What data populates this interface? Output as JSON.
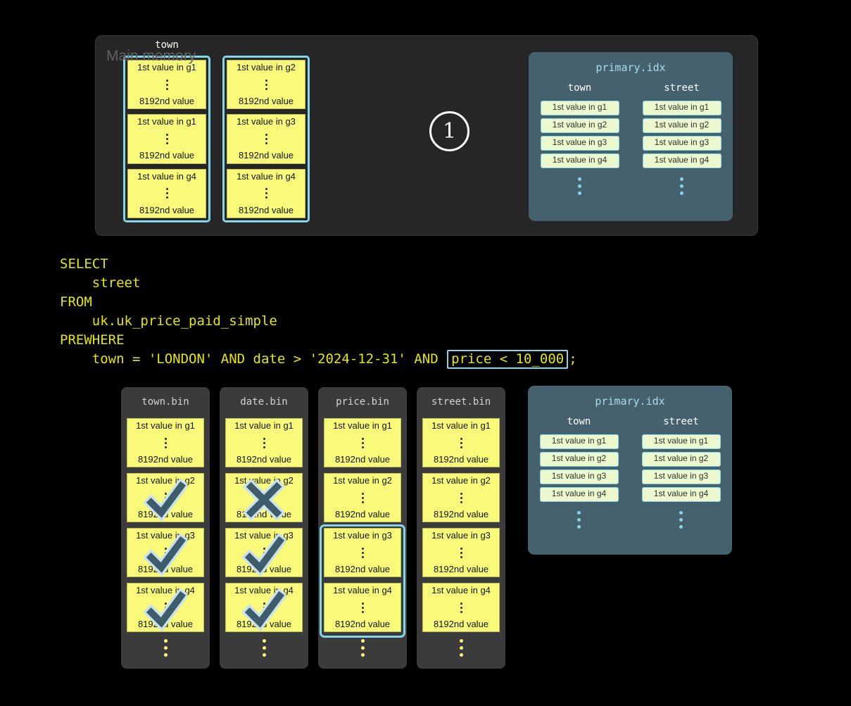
{
  "labels": {
    "granule_last_value": "8192nd value"
  },
  "main_memory": {
    "label": "Main memory",
    "column_label": "town",
    "step_number": "1",
    "stacks": [
      [
        "1st value in g1",
        "1st value in g1",
        "1st value in g4"
      ],
      [
        "1st value in g2",
        "1st value in g3",
        "1st value in g4"
      ]
    ]
  },
  "primary_idx": {
    "title": "primary.idx",
    "columns": [
      {
        "header": "town",
        "entries": [
          "1st value in g1",
          "1st value in g2",
          "1st value in g3",
          "1st value in g4"
        ]
      },
      {
        "header": "street",
        "entries": [
          "1st value in g1",
          "1st value in g2",
          "1st value in g3",
          "1st value in g4"
        ]
      }
    ]
  },
  "sql": {
    "lines": [
      "SELECT",
      "    street",
      "FROM",
      "    uk.uk_price_paid_simple",
      "PREWHERE"
    ],
    "condition_prefix": "    town = 'LONDON' AND date > '2024-12-31' AND ",
    "condition_highlight": "price < 10_000",
    "condition_suffix": ";"
  },
  "bins": [
    {
      "name": "town.bin",
      "highlight": null,
      "granules": [
        {
          "top": "1st value in g1",
          "mark": null
        },
        {
          "top": "1st value in g2",
          "mark": "check"
        },
        {
          "top": "1st value in g3",
          "mark": "check"
        },
        {
          "top": "1st value in g4",
          "mark": "check"
        }
      ]
    },
    {
      "name": "date.bin",
      "highlight": null,
      "granules": [
        {
          "top": "1st value in g1",
          "mark": null
        },
        {
          "top": "1st value in g2",
          "mark": "cross"
        },
        {
          "top": "1st value in g3",
          "mark": "check"
        },
        {
          "top": "1st value in g4",
          "mark": "check"
        }
      ]
    },
    {
      "name": "price.bin",
      "highlight": [
        2,
        3
      ],
      "granules": [
        {
          "top": "1st value in g1",
          "mark": null
        },
        {
          "top": "1st value in g2",
          "mark": null
        },
        {
          "top": "1st value in g3",
          "mark": null
        },
        {
          "top": "1st value in g4",
          "mark": null
        }
      ]
    },
    {
      "name": "street.bin",
      "highlight": null,
      "granules": [
        {
          "top": "1st value in g1",
          "mark": null
        },
        {
          "top": "1st value in g2",
          "mark": null
        },
        {
          "top": "1st value in g3",
          "mark": null
        },
        {
          "top": "1st value in g4",
          "mark": null
        }
      ]
    }
  ],
  "colors": {
    "background": "#000000",
    "memory_panel": "#262626",
    "bin_panel": "#3b3b3b",
    "granule_yellow": "#f9f97a",
    "accent_cyan": "#85d5ea",
    "index_panel": "#46616e",
    "index_pill": "#ecf8cd",
    "sql_yellow": "#e4e700",
    "mark_fill": "#3e5c6c",
    "mark_outline": "#c9e2ec"
  }
}
